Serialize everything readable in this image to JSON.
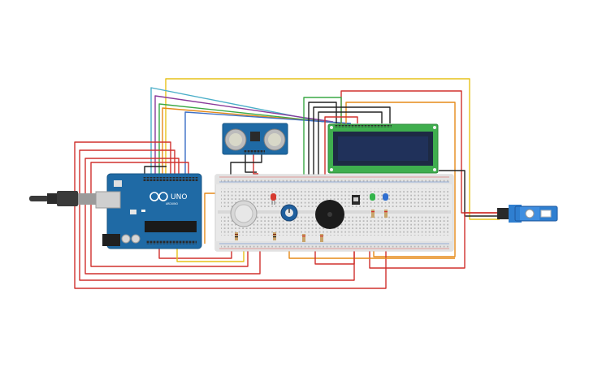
{
  "arduino": {
    "logo_text": "UNO",
    "brand_text": "ARDUINO"
  },
  "wire_colors": {
    "red": "#d0312d",
    "yellow": "#e6c21a",
    "orange": "#e58a19",
    "black": "#222222",
    "green": "#3aa845",
    "purple": "#8a3a9a",
    "cyan": "#4aaec8",
    "blue": "#3d6fc6"
  },
  "components": [
    "arduino-uno",
    "usb-cable",
    "breadboard",
    "ultrasonic-sensor",
    "lcd-16x2",
    "gas-sensor",
    "potentiometer",
    "piezo-buzzer",
    "red-led",
    "green-led",
    "blue-led",
    "slide-switch",
    "resistors",
    "micro-servo"
  ]
}
